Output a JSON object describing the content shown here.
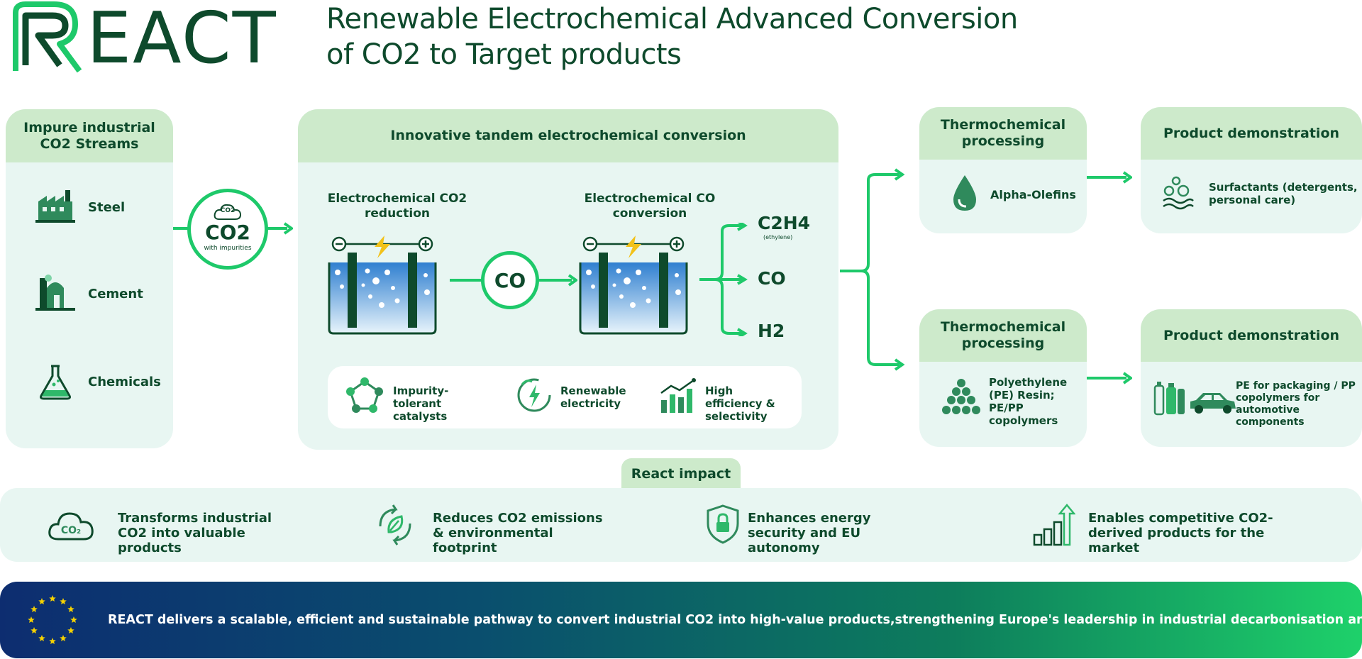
{
  "header": {
    "logo_text": "EACT",
    "title_line1": "Renewable Electrochemical Advanced Conversion",
    "title_line2": "of CO2 to Target products"
  },
  "sources": {
    "title": "Impure industrial CO2 Streams",
    "items": [
      {
        "label": "Steel",
        "icon": "factory-icon"
      },
      {
        "label": "Cement",
        "icon": "cement-plant-icon"
      },
      {
        "label": "Chemicals",
        "icon": "flask-icon"
      }
    ]
  },
  "co2_node": {
    "cloud_label": "CO2",
    "label": "CO2",
    "sub": "with impurities"
  },
  "conversion": {
    "title": "Innovative tandem electrochemical conversion",
    "stage1": "Electrochemical CO2 reduction",
    "stage2": "Electrochemical CO conversion",
    "intermediate": "CO",
    "outputs": [
      "C2H4",
      "CO",
      "H2"
    ],
    "output_note": "(ethylene)",
    "features": [
      {
        "label": "Impurity-tolerant catalysts",
        "icon": "catalyst-icon"
      },
      {
        "label": "Renewable electricity",
        "icon": "renewable-energy-icon"
      },
      {
        "label": "High efficiency & selectivity",
        "icon": "bar-chart-icon"
      }
    ]
  },
  "thermo": [
    {
      "title": "Thermochemical processing",
      "product": "Alpha-Olefins",
      "icon": "droplet-icon"
    },
    {
      "title": "Thermochemical processing",
      "product": "Polyethylene (PE) Resin; PE/PP copolymers",
      "icon": "pellets-icon"
    }
  ],
  "demo": [
    {
      "title": "Product demonstration",
      "label": "Surfactants (detergents, personal care)",
      "icon": "bubbles-icon"
    },
    {
      "title": "Product demonstration",
      "label": "PE for packaging / PP copolymers for automotive components",
      "icon": "bottles-car-icon"
    }
  ],
  "impact": {
    "title": "React impact",
    "items": [
      {
        "label": "Transforms industrial CO2 into valuable products",
        "icon": "co2-cloud-icon"
      },
      {
        "label": "Reduces CO2 emissions & environmental footprint",
        "icon": "leaf-recycle-icon"
      },
      {
        "label": "Enhances energy security and EU autonomy",
        "icon": "shield-lock-icon"
      },
      {
        "label": "Enables competitive CO2-derived products for the market",
        "icon": "growth-chart-icon"
      }
    ]
  },
  "banner": {
    "text": "REACT delivers a scalable, efficient and sustainable pathway to convert industrial CO2 into high-value products,strengthening Europe's leadership in industrial decarbonisation and the circular carbon economy.",
    "icon": "eu-stars-icon"
  },
  "colors": {
    "dark_green": "#0e4a2c",
    "bright_green": "#1ec96a",
    "panel_bg": "#e8f6f2",
    "header_bg": "#cdeacb"
  }
}
